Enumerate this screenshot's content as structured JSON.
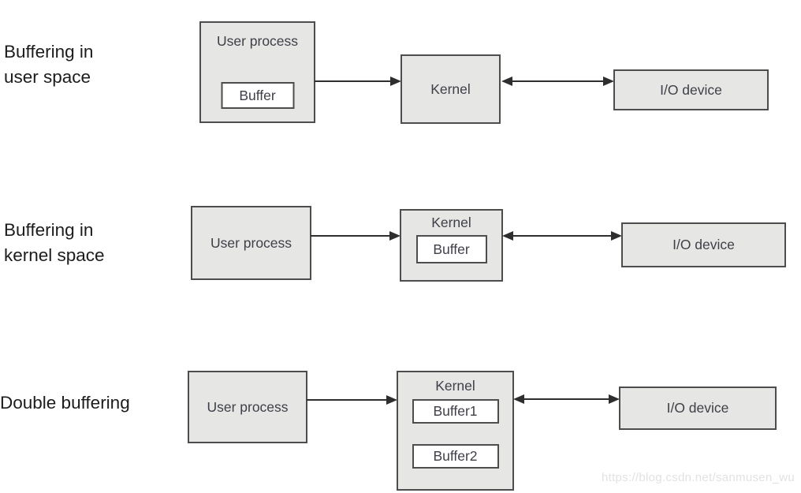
{
  "colors": {
    "box_fill": "#e6e6e5",
    "box_border": "#4d4d4d",
    "inner_buffer_fill": "#ffffff",
    "arrow": "#2e2e2e",
    "side_label_text": "#1c1c1c",
    "box_text": "#3e3f47",
    "watermark_text": "#e2e2e2"
  },
  "rows": [
    {
      "label": "Buffering in\nuser space",
      "user_process": {
        "label": "User process",
        "buffer": "Buffer"
      },
      "kernel": {
        "label": "Kernel"
      },
      "io_device": {
        "label": "I/O device"
      }
    },
    {
      "label": "Buffering in\nkernel space",
      "user_process": {
        "label": "User process"
      },
      "kernel": {
        "label": "Kernel",
        "buffer": "Buffer"
      },
      "io_device": {
        "label": "I/O device"
      }
    },
    {
      "label": "Double buffering",
      "user_process": {
        "label": "User process"
      },
      "kernel": {
        "label": "Kernel",
        "buffers": [
          "Buffer1",
          "Buffer2"
        ]
      },
      "io_device": {
        "label": "I/O device"
      }
    }
  ],
  "watermark": "https://blog.csdn.net/sanmusen_wu"
}
